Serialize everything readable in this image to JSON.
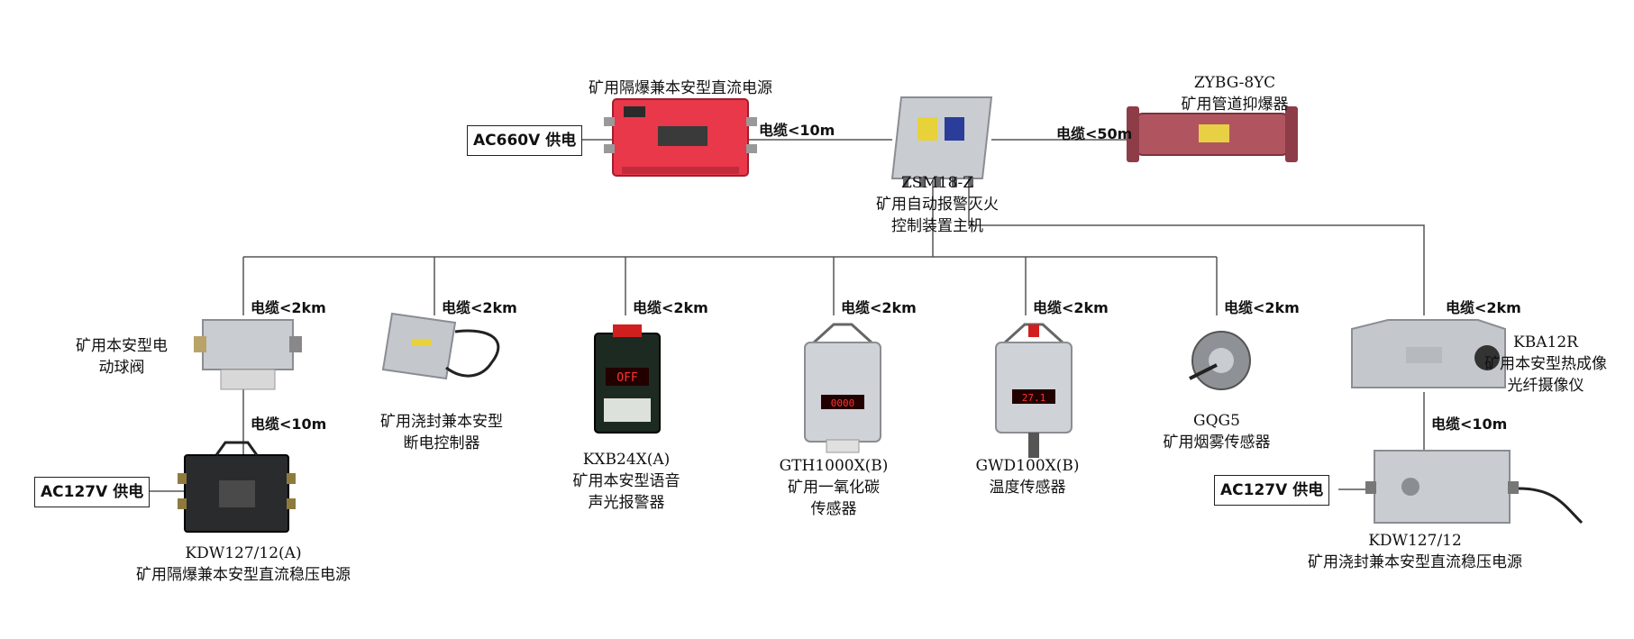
{
  "power": {
    "ac660": "AC660V 供电",
    "ac127_left": "AC127V 供电",
    "ac127_right": "AC127V 供电"
  },
  "devices": {
    "dc_power": {
      "name": "矿用隔爆兼本安型直流电源"
    },
    "host": {
      "model": "ZSM18-Z",
      "name1": "矿用自动报警灭火",
      "name2": "控制装置主机"
    },
    "suppressor": {
      "model": "ZYBG-8YC",
      "name": "矿用管道抑爆器"
    },
    "ball_valve": {
      "name1": "矿用本安型电",
      "name2": "动球阀"
    },
    "cutoff": {
      "name1": "矿用浇封兼本安型",
      "name2": "断电控制器"
    },
    "alarm": {
      "model": "KXB24X(A)",
      "name1": "矿用本安型语音",
      "name2": "声光报警器",
      "display": "OFF"
    },
    "co_sensor": {
      "model": "GTH1000X(B)",
      "name1": "矿用一氧化碳",
      "name2": "传感器",
      "display": "0000"
    },
    "temp_sensor": {
      "model": "GWD100X(B)",
      "name": "温度传感器",
      "display": "27.1"
    },
    "smoke": {
      "model": "GQG5",
      "name": "矿用烟雾传感器"
    },
    "camera": {
      "model": "KBA12R",
      "name1": "矿用本安型热成像",
      "name2": "光纤摄像仪"
    },
    "psu_left": {
      "model": "KDW127/12(A)",
      "name": "矿用隔爆兼本安型直流稳压电源"
    },
    "psu_right": {
      "model": "KDW127/12",
      "name": "矿用浇封兼本安型直流稳压电源"
    }
  },
  "cables": {
    "to_host": "电缆<10m",
    "to_suppressor": "电缆<50m",
    "to_valve": "电缆<2km",
    "to_cutoff": "电缆<2km",
    "to_alarm": "电缆<2km",
    "to_co": "电缆<2km",
    "to_temp": "电缆<2km",
    "to_smoke": "电缆<2km",
    "to_camera": "电缆<2km",
    "valve_psu": "电缆<10m",
    "camera_psu": "电缆<10m"
  },
  "colors": {
    "line": "#555555",
    "dc_power_body": "#e8384a",
    "suppressor_body": "#b05560",
    "steel": "#c9ccd0",
    "display_red": "#ff3333"
  }
}
